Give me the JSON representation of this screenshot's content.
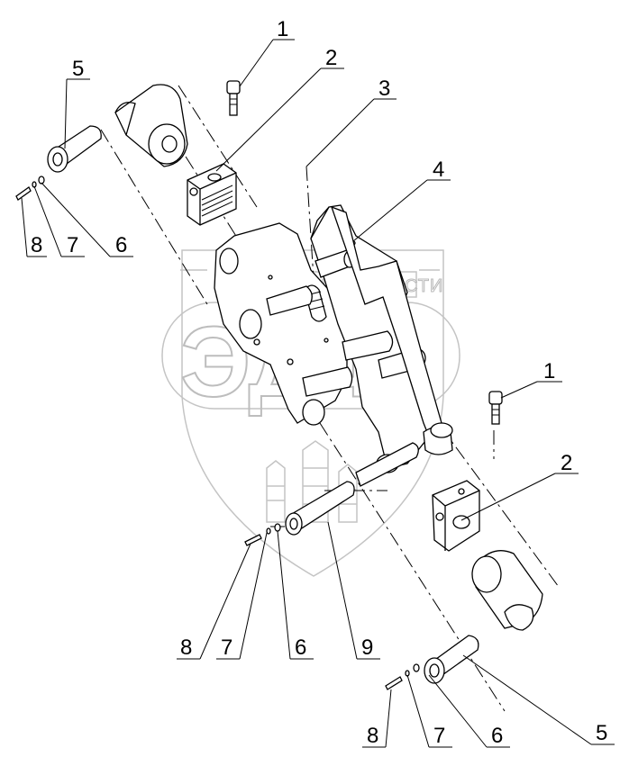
{
  "watermark": {
    "banner": "ТЕХНИКА И ЗАПЧАСТИ",
    "logo": "ЭДФ"
  },
  "callouts": [
    {
      "id": "c1a",
      "label": "1"
    },
    {
      "id": "c2a",
      "label": "2"
    },
    {
      "id": "c3",
      "label": "3"
    },
    {
      "id": "c4",
      "label": "4"
    },
    {
      "id": "c5a",
      "label": "5"
    },
    {
      "id": "c8a",
      "label": "8"
    },
    {
      "id": "c7a",
      "label": "7"
    },
    {
      "id": "c6a",
      "label": "6"
    },
    {
      "id": "c1b",
      "label": "1"
    },
    {
      "id": "c2b",
      "label": "2"
    },
    {
      "id": "c8b",
      "label": "8"
    },
    {
      "id": "c7b",
      "label": "7"
    },
    {
      "id": "c6b",
      "label": "6"
    },
    {
      "id": "c9",
      "label": "9"
    },
    {
      "id": "c8c",
      "label": "8"
    },
    {
      "id": "c7c",
      "label": "7"
    },
    {
      "id": "c6c",
      "label": "6"
    },
    {
      "id": "c5b",
      "label": "5"
    }
  ]
}
